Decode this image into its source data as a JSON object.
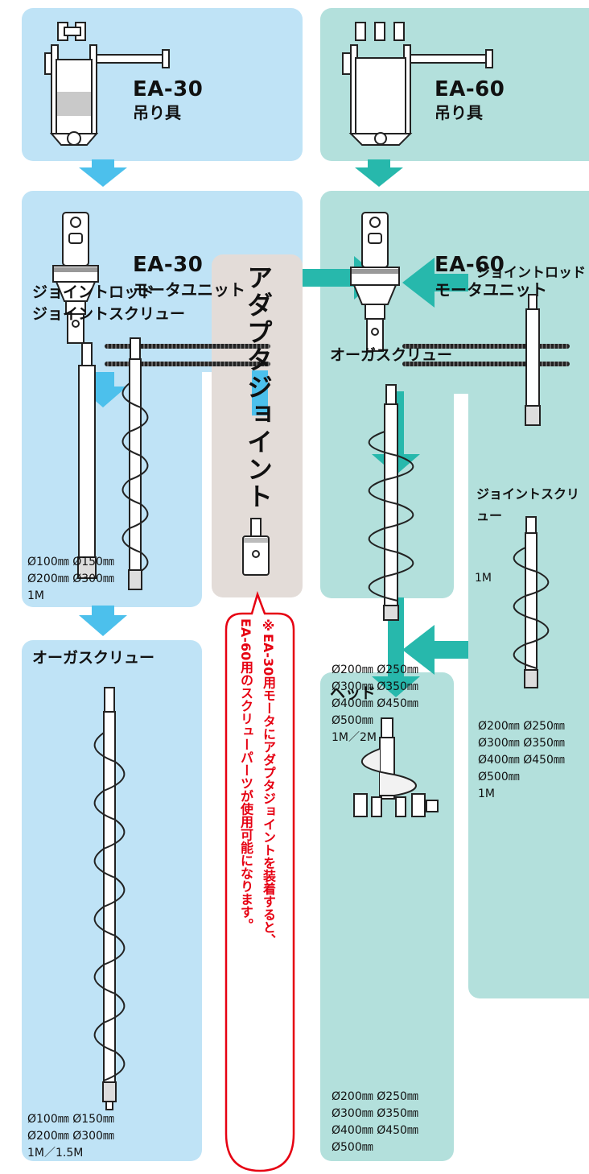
{
  "colors": {
    "ea30_bg": "#bfe3f6",
    "ea60_bg": "#b3e0dc",
    "adapter_bg": "#e3dcd8",
    "arrow_blue": "#4cc0ec",
    "arrow_teal": "#27b8ac",
    "note_red": "#e60012"
  },
  "ea30": {
    "hanger": {
      "model": "EA-30",
      "label": "吊り具"
    },
    "motor": {
      "model": "EA-30",
      "label": "モータユニット"
    },
    "rod_screw": {
      "title": "ジョイントロッド\nジョイントスクリュー",
      "specs": "Ø100㎜ Ø150㎜\nØ200㎜ Ø300㎜\n1M"
    },
    "auger": {
      "title": "オーガスクリュー",
      "specs": "Ø100㎜ Ø150㎜\nØ200㎜ Ø300㎜\n1M／1.5M"
    }
  },
  "ea60": {
    "hanger": {
      "model": "EA-60",
      "label": "吊り具"
    },
    "motor": {
      "model": "EA-60",
      "label": "モータユニット"
    },
    "joint_rod": {
      "title": "ジョイントロッド",
      "specs": "1M"
    },
    "auger": {
      "title": "オーガスクリュー",
      "specs": "Ø200㎜ Ø250㎜\nØ300㎜ Ø350㎜\nØ400㎜ Ø450㎜\nØ500㎜\n1M／2M"
    },
    "joint_screw": {
      "title": "ジョイントスクリュー",
      "specs": "Ø200㎜ Ø250㎜\nØ300㎜ Ø350㎜\nØ400㎜ Ø450㎜\nØ500㎜\n1M"
    },
    "head": {
      "title": "ヘッド",
      "specs": "Ø200㎜ Ø250㎜\nØ300㎜ Ø350㎜\nØ400㎜ Ø450㎜\nØ500㎜"
    }
  },
  "adapter": {
    "title": "アダプタジョイント"
  },
  "note": {
    "line1": "※EA-30用モータにアダプタジョイントを装着すると、",
    "line2": "EA-60用のスクリューパーツが使用可能になります。"
  }
}
